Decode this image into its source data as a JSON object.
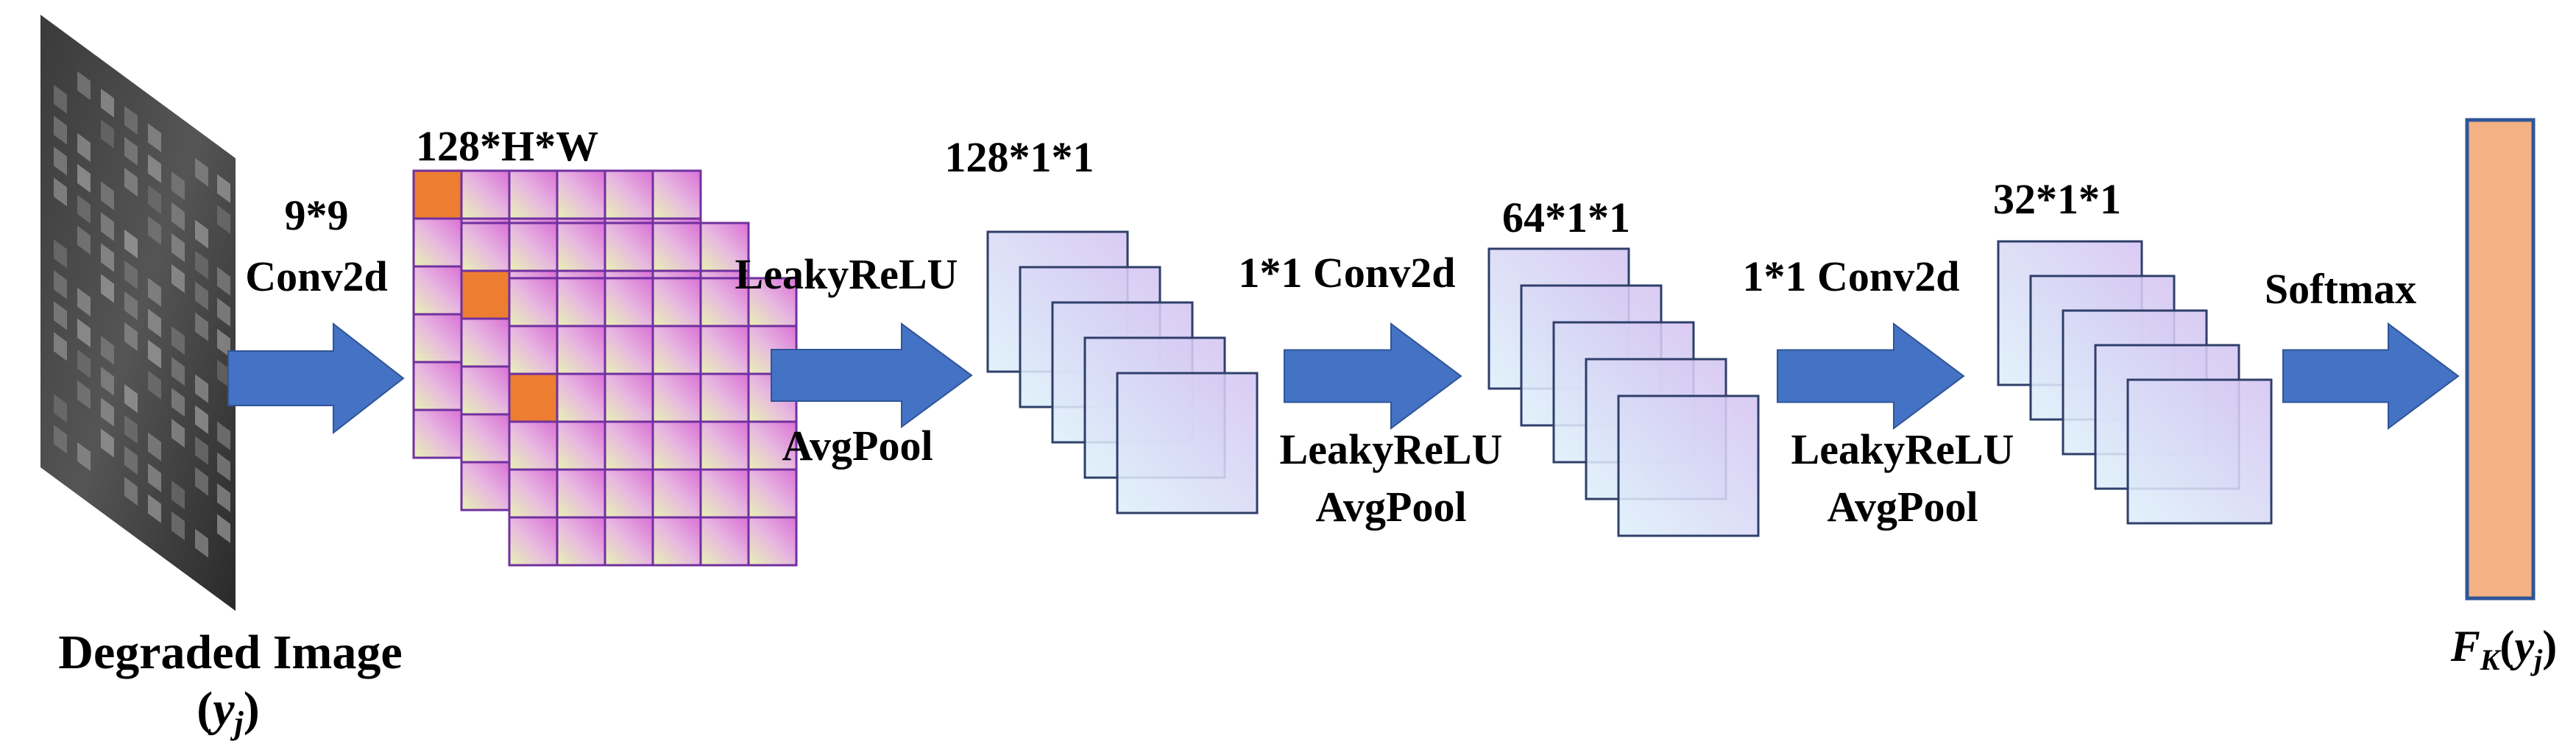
{
  "input": {
    "label": "Degraded Image",
    "symbol_label": "(y_j)"
  },
  "conv1": {
    "line1": "9*9",
    "line2": "Conv2d"
  },
  "feature_map": {
    "dims": "128*H*W"
  },
  "op2": {
    "top": "LeakyReLU",
    "bottom": "AvgPool"
  },
  "stack1": {
    "dims": "128*1*1"
  },
  "op3": {
    "top": "1*1 Conv2d",
    "bottom1": "LeakyReLU",
    "bottom2": "AvgPool"
  },
  "stack2": {
    "dims": "64*1*1"
  },
  "op4": {
    "top": "1*1 Conv2d",
    "bottom1": "LeakyReLU",
    "bottom2": "AvgPool"
  },
  "stack3": {
    "dims": "32*1*1"
  },
  "op5": {
    "top": "Softmax"
  },
  "output": {
    "symbol_label": "F_K(y_j)"
  },
  "colors": {
    "arrow": "#4472C4",
    "grid_border": "#7030A0",
    "highlight_cell": "#ED7D31",
    "output_bar": "#F4B183",
    "stack_border": "#2F3F6A"
  }
}
